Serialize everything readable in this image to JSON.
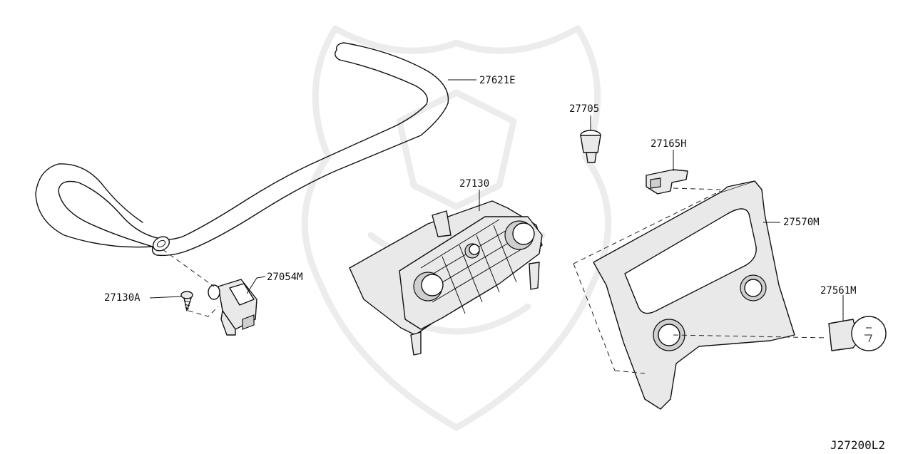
{
  "diagram": {
    "code": "J27200L2",
    "labels": {
      "hose": "27621E",
      "sensor": "27054M",
      "screw": "27130A",
      "control": "27130",
      "clip": "27705",
      "bracket": "27165H",
      "finisher": "27570M",
      "switch": "27561M"
    }
  }
}
